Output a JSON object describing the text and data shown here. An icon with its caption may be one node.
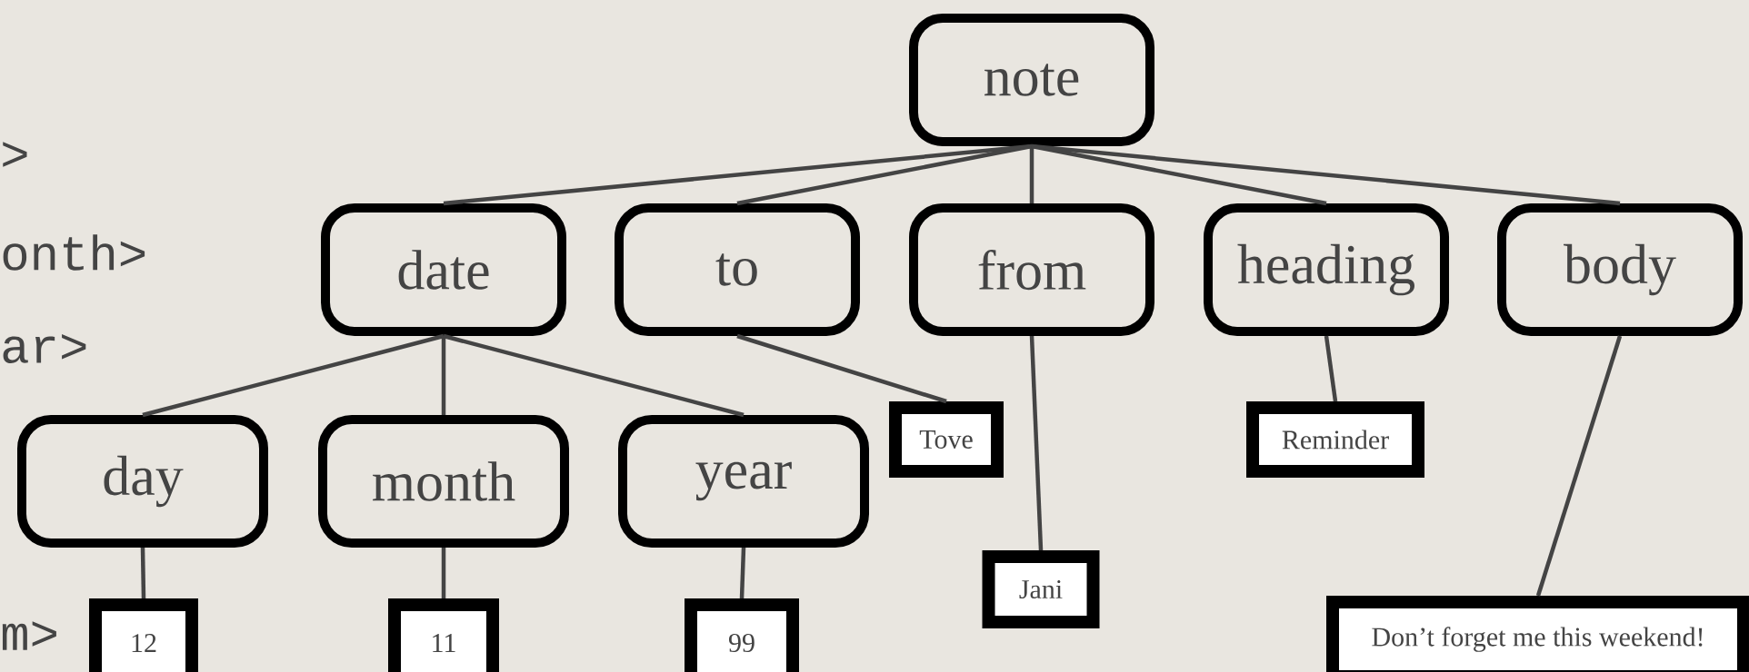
{
  "diagram": {
    "nodes": [
      {
        "text": [
          "note"
        ]
      },
      {
        "text": [
          "date"
        ]
      },
      {
        "text": [
          "to"
        ]
      },
      {
        "text": [
          "from"
        ]
      },
      {
        "text": [
          "heading"
        ]
      },
      {
        "text": [
          "body"
        ]
      },
      {
        "text": [
          "day"
        ]
      },
      {
        "text": [
          "month"
        ]
      },
      {
        "text": [
          "year"
        ]
      },
      {
        "text": [
          "Tove"
        ]
      },
      {
        "text": [
          "Reminder"
        ]
      },
      {
        "text": [
          "Jani"
        ]
      },
      {
        "text": [
          "12"
        ]
      },
      {
        "text": [
          "11"
        ]
      },
      {
        "text": [
          "99"
        ]
      },
      {
        "text": [
          "Don’t forget me this weekend!"
        ]
      }
    ],
    "edges": [
      {
        "from": 0,
        "to": 1,
        "arrow": "none"
      },
      {
        "from": 0,
        "to": 2,
        "arrow": "none"
      },
      {
        "from": 0,
        "to": 3,
        "arrow": "none"
      },
      {
        "from": 0,
        "to": 4,
        "arrow": "none"
      },
      {
        "from": 0,
        "to": 5,
        "arrow": "none"
      },
      {
        "from": 1,
        "to": 6,
        "arrow": "none"
      },
      {
        "from": 1,
        "to": 7,
        "arrow": "none"
      },
      {
        "from": 1,
        "to": 8,
        "arrow": "none"
      },
      {
        "from": 2,
        "to": 9,
        "arrow": "none"
      },
      {
        "from": 3,
        "to": 11,
        "arrow": "none"
      },
      {
        "from": 4,
        "to": 10,
        "arrow": "none"
      },
      {
        "from": 5,
        "to": 15,
        "arrow": "none"
      },
      {
        "from": 6,
        "to": 12,
        "arrow": "none"
      },
      {
        "from": 7,
        "to": 13,
        "arrow": "none"
      },
      {
        "from": 8,
        "to": 14,
        "arrow": "none"
      }
    ],
    "labels": [
      ">",
      "onth>",
      "ar>",
      "m>"
    ]
  }
}
